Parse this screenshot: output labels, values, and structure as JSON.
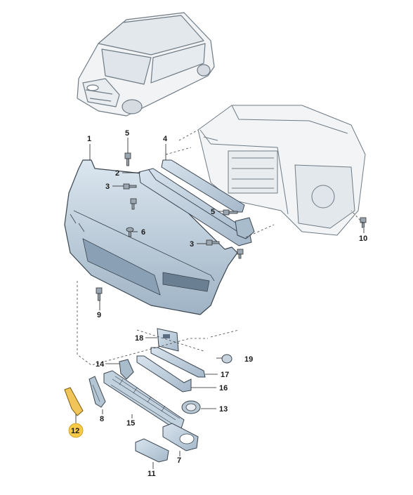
{
  "diagram": {
    "colors": {
      "part_fill": "#c7d6e3",
      "part_dark": "#7f96ab",
      "part_edge": "#3a4550",
      "car_line": "#6f7b85",
      "highlight_fill": "#f2c55a",
      "highlight_circle": "#f7c948",
      "dash": "#444444"
    },
    "callouts": [
      {
        "id": "c1",
        "label": "1"
      },
      {
        "id": "c2",
        "label": "2"
      },
      {
        "id": "c3a",
        "label": "3"
      },
      {
        "id": "c3b",
        "label": "3"
      },
      {
        "id": "c4",
        "label": "4"
      },
      {
        "id": "c5a",
        "label": "5"
      },
      {
        "id": "c5b",
        "label": "5"
      },
      {
        "id": "c6",
        "label": "6"
      },
      {
        "id": "c7",
        "label": "7"
      },
      {
        "id": "c8",
        "label": "8"
      },
      {
        "id": "c9",
        "label": "9"
      },
      {
        "id": "c10",
        "label": "10"
      },
      {
        "id": "c11",
        "label": "11"
      },
      {
        "id": "c12",
        "label": "12",
        "highlighted": true
      },
      {
        "id": "c13",
        "label": "13"
      },
      {
        "id": "c14",
        "label": "14"
      },
      {
        "id": "c15",
        "label": "15"
      },
      {
        "id": "c16",
        "label": "16"
      },
      {
        "id": "c17",
        "label": "17"
      },
      {
        "id": "c18",
        "label": "18"
      },
      {
        "id": "c19",
        "label": "19"
      }
    ]
  }
}
